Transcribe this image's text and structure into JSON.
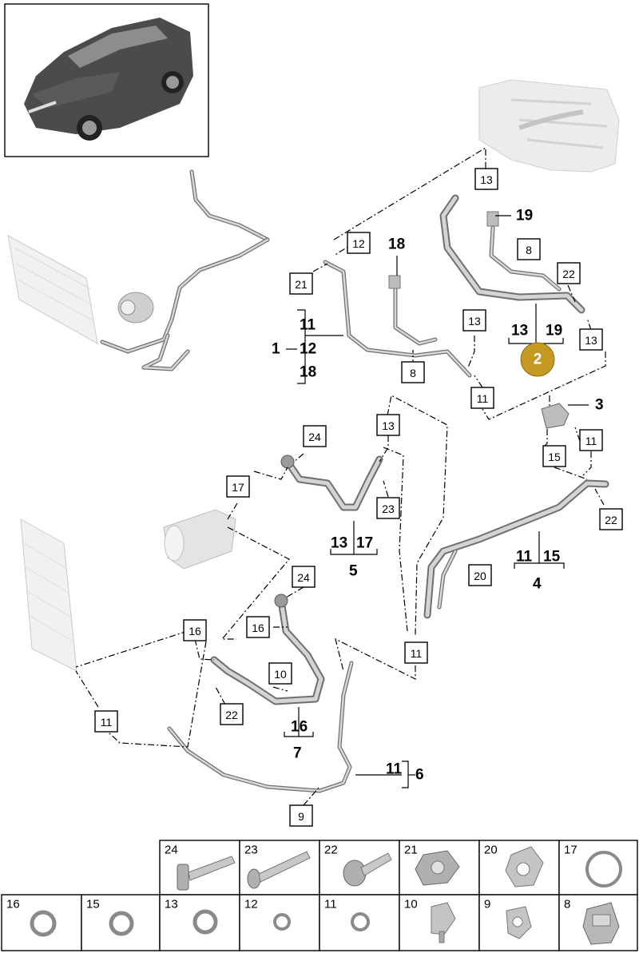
{
  "highlight_label": "2",
  "highlight_color": "#c49a22",
  "callouts": [
    "13",
    "12",
    "21",
    "18",
    "19",
    "8",
    "22",
    "13",
    "8",
    "22",
    "13",
    "11",
    "11",
    "15",
    "24",
    "13",
    "17",
    "23",
    "22",
    "20",
    "24",
    "16",
    "16",
    "10",
    "22",
    "11",
    "11",
    "9"
  ],
  "groups": {
    "g1": {
      "id": "1",
      "items": [
        "11",
        "12",
        "18"
      ]
    },
    "g2": {
      "items": [
        "13",
        "19"
      ]
    },
    "g3": {
      "id": "3"
    },
    "g4": {
      "id": "4",
      "items": [
        "11",
        "15"
      ]
    },
    "g5": {
      "id": "5",
      "items": [
        "13",
        "17"
      ]
    },
    "g6": {
      "id": "6",
      "items": [
        "11"
      ]
    },
    "g7": {
      "id": "7",
      "items": [
        "16"
      ]
    },
    "g18": "18",
    "g19": "19"
  },
  "parts_grid": {
    "row1": [
      "24",
      "23",
      "22",
      "21",
      "20",
      "17"
    ],
    "row2": [
      "16",
      "15",
      "13",
      "12",
      "11",
      "10",
      "9",
      "8"
    ]
  }
}
